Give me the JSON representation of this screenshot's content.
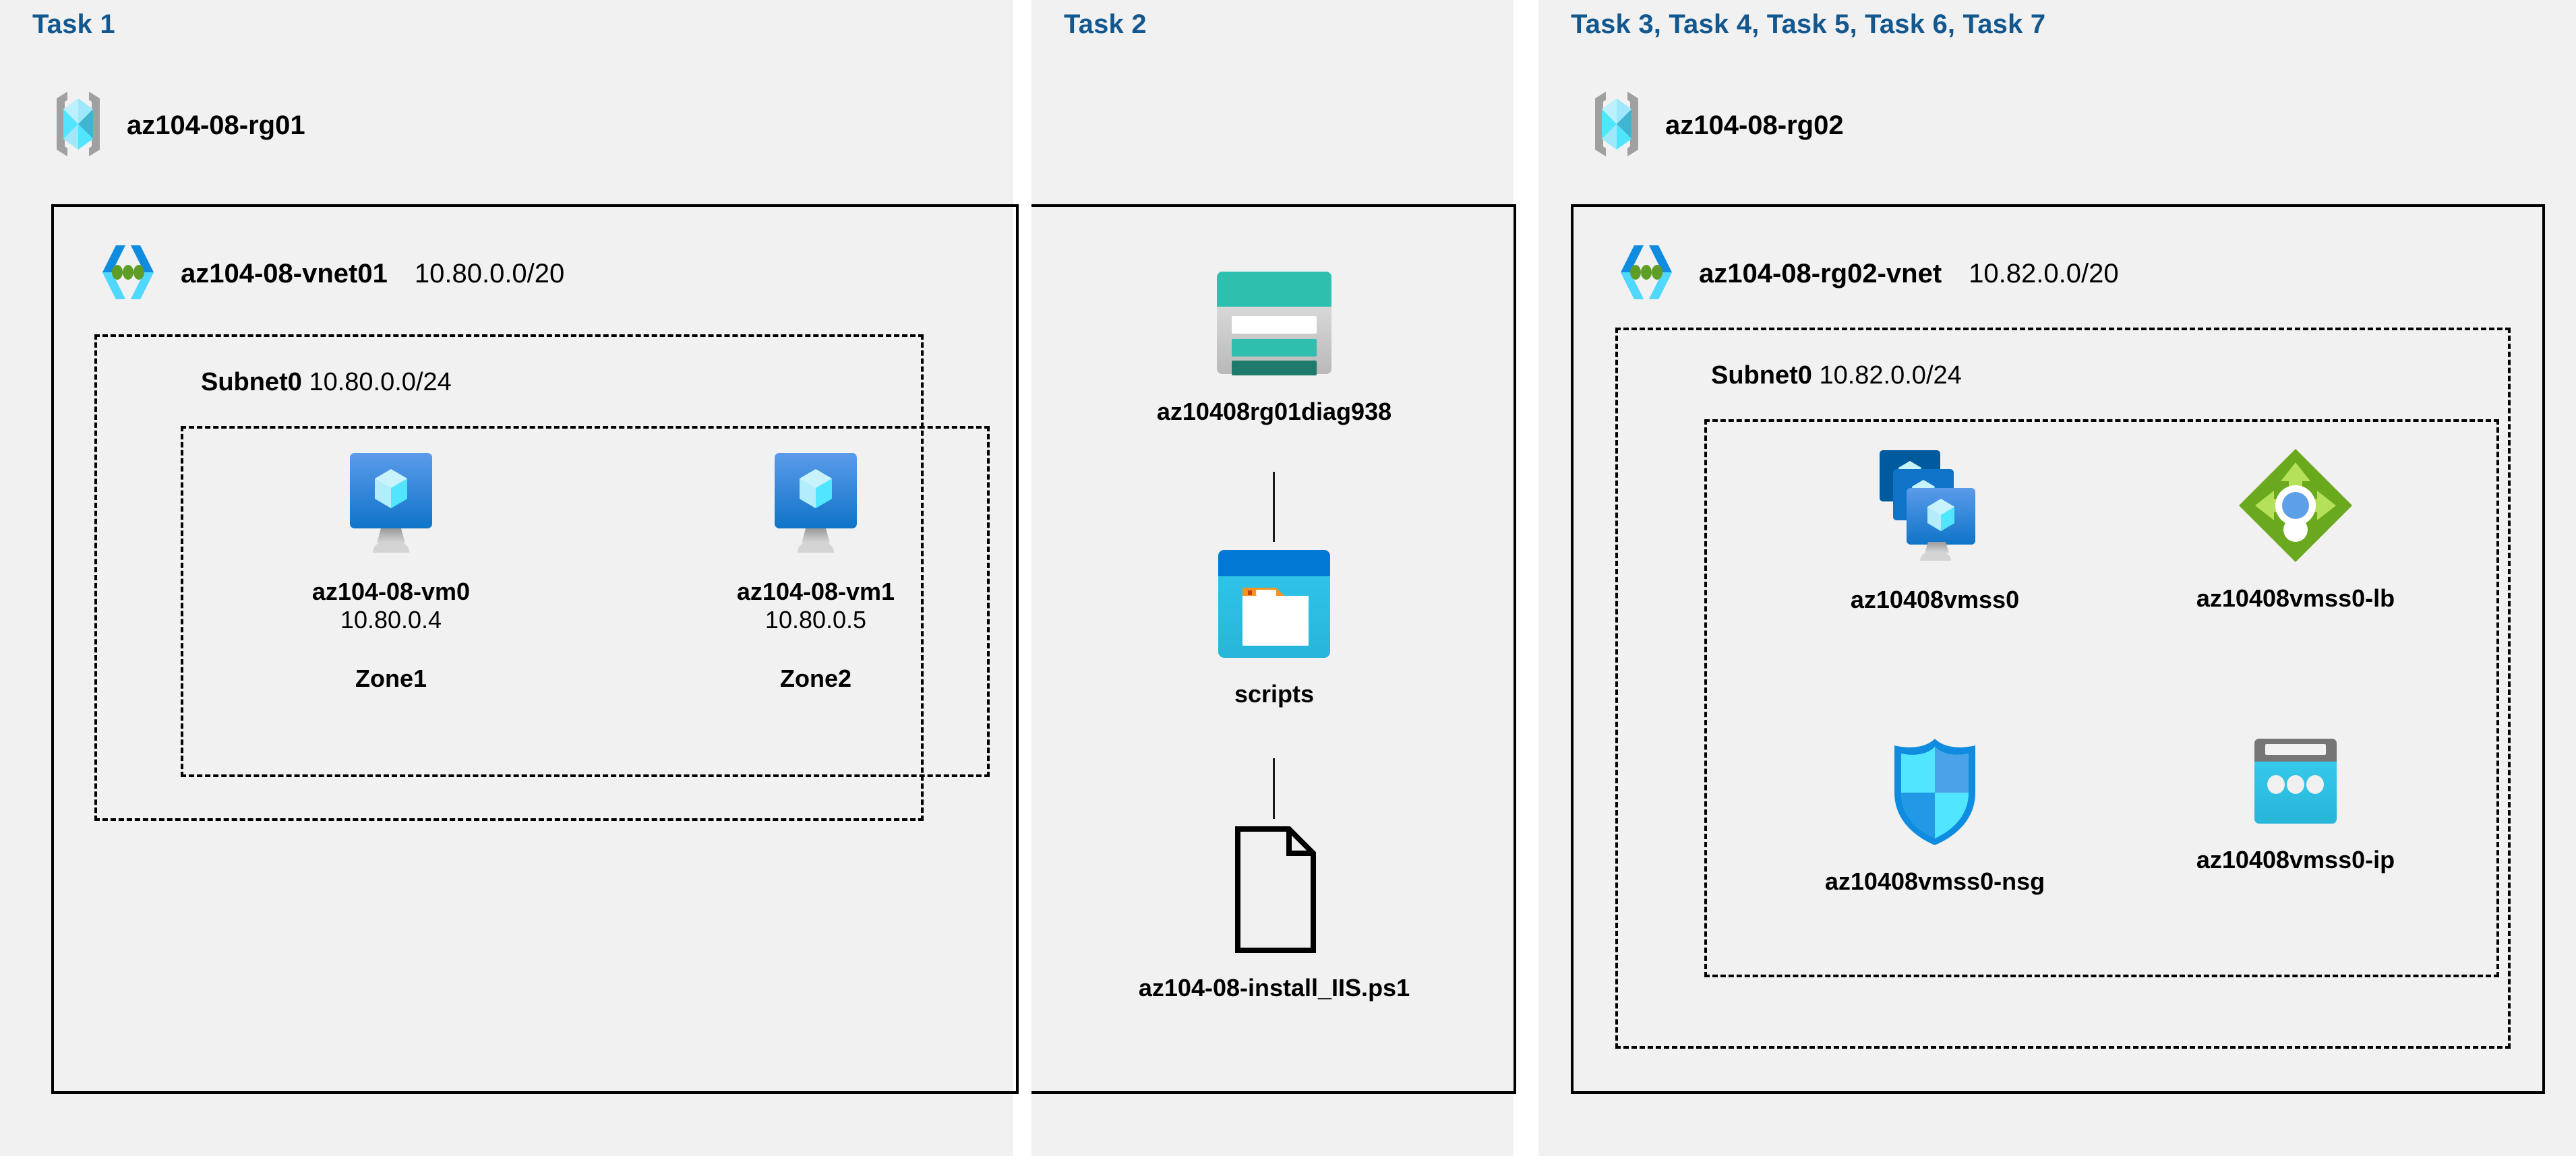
{
  "colors": {
    "panel_bg": "#f1f1f1",
    "page_bg": "#ffffff",
    "task_label": "#13578f",
    "border": "#000000",
    "vm_blue_top": "#5b9bea",
    "vm_blue_bottom": "#0f74c8",
    "cube_cyan": "#50e6ff",
    "rg_bracket_gray": "#a0a0a0",
    "storage_teal": "#2fbfae",
    "storage_teal_dark": "#1f7a6e",
    "container_blue": "#0078d4",
    "container_cyan": "#32c8ef",
    "folder_orange": "#f7941e",
    "lb_green": "#6aa81e",
    "lb_green_light": "#b4e05a",
    "lb_dot_blue": "#5ea0e8",
    "nsg_cyan": "#50e6ff",
    "nsg_blue": "#2399e5",
    "ip_gray": "#767676",
    "ip_cyan": "#32c8ef"
  },
  "panels": [
    {
      "id": "panel-task1",
      "task_label": "Task 1",
      "resource_group": {
        "name": "az104-08-rg01",
        "icon": "resource-group-icon"
      },
      "vnet": {
        "name": "az104-08-vnet01",
        "cidr": "10.80.0.0/20",
        "icon": "virtual-network-icon"
      },
      "subnet": {
        "name": "Subnet0",
        "cidr": "10.80.0.0/24"
      },
      "nodes": [
        {
          "id": "vm0",
          "icon": "virtual-machine-icon",
          "label": "az104-08-vm0",
          "ip": "10.80.0.4",
          "zone": "Zone1"
        },
        {
          "id": "vm1",
          "icon": "virtual-machine-icon",
          "label": "az104-08-vm1",
          "ip": "10.80.0.5",
          "zone": "Zone2"
        }
      ]
    },
    {
      "id": "panel-task2",
      "task_label": "Task 2",
      "nodes": [
        {
          "id": "storage",
          "icon": "storage-account-icon",
          "label": "az10408rg01diag938"
        },
        {
          "id": "container",
          "icon": "blob-container-icon",
          "label": "scripts"
        },
        {
          "id": "file",
          "icon": "file-icon",
          "label": "az104-08-install_IIS.ps1"
        }
      ]
    },
    {
      "id": "panel-task3to7",
      "task_label": "Task 3, Task 4, Task 5, Task 6, Task 7",
      "resource_group": {
        "name": "az104-08-rg02",
        "icon": "resource-group-icon"
      },
      "vnet": {
        "name": "az104-08-rg02-vnet",
        "cidr": "10.82.0.0/20",
        "icon": "virtual-network-icon"
      },
      "subnet": {
        "name": "Subnet0",
        "cidr": "10.82.0.0/24"
      },
      "nodes": [
        {
          "id": "vmss",
          "icon": "vm-scale-set-icon",
          "label": "az10408vmss0"
        },
        {
          "id": "lb",
          "icon": "load-balancer-icon",
          "label": "az10408vmss0-lb"
        },
        {
          "id": "nsg",
          "icon": "network-security-group-icon",
          "label": "az10408vmss0-nsg"
        },
        {
          "id": "pip",
          "icon": "public-ip-address-icon",
          "label": "az10408vmss0-ip"
        }
      ]
    }
  ]
}
